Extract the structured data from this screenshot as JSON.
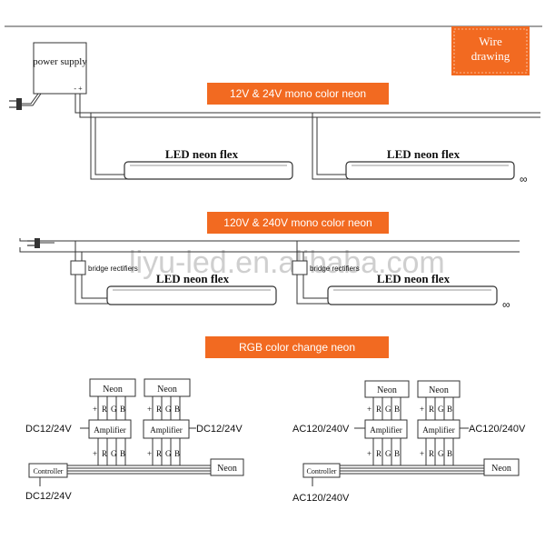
{
  "colors": {
    "accent": "#f26a21",
    "line": "#333333",
    "watermark": "#cfcfcf"
  },
  "header": {
    "badge_line1": "Wire",
    "badge_line2": "drawing"
  },
  "watermark": "liyu-led.en.alibaba.com",
  "section1": {
    "banner": "12V & 24V mono color neon",
    "power_supply": "power supply",
    "polarity": "- +",
    "tube1": "LED neon flex",
    "tube2": "LED neon flex",
    "more": "∞"
  },
  "section2": {
    "banner": "120V & 240V mono color neon",
    "rectifier1": "bridge rectifiers",
    "rectifier2": "bridge rectifiers",
    "tube1": "LED neon flex",
    "tube2": "LED neon flex",
    "more": "∞"
  },
  "section3": {
    "banner": "RGB color change neon",
    "left": {
      "neon_a": "Neon",
      "neon_b": "Neon",
      "neon_out": "Neon",
      "amp_a": "Amplifier",
      "amp_b": "Amplifier",
      "pins": [
        "+",
        "R",
        "G",
        "B"
      ],
      "controller": "Controller",
      "label_amp_a": "DC12/24V",
      "label_amp_b": "DC12/24V",
      "label_controller": "DC12/24V"
    },
    "right": {
      "neon_a": "Neon",
      "neon_b": "Neon",
      "neon_out": "Neon",
      "amp_a": "Amplifier",
      "amp_b": "Amplifier",
      "pins": [
        "+",
        "R",
        "G",
        "B"
      ],
      "controller": "Controller",
      "label_amp_a": "AC120/240V",
      "label_amp_b": "AC120/240V",
      "label_controller": "AC120/240V"
    }
  }
}
